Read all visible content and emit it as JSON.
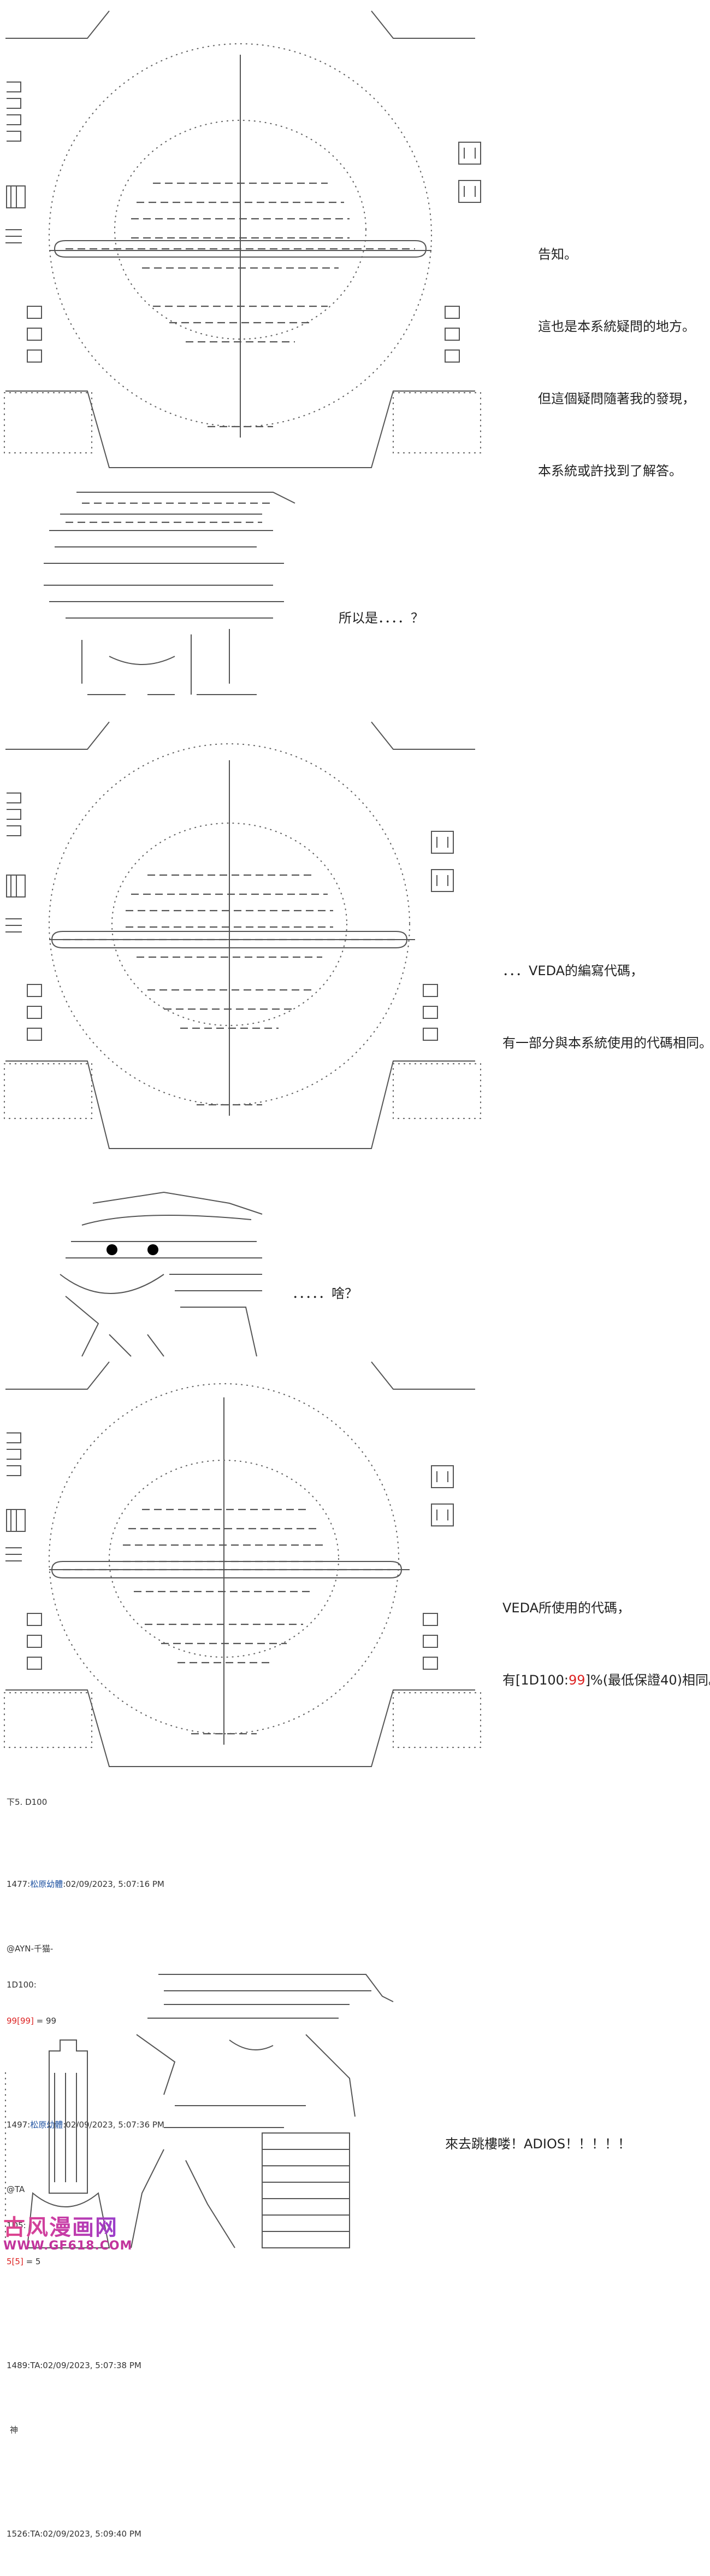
{
  "panels": [
    {
      "caption_lines": [
        "告知。",
        "這也是本系統疑問的地方。",
        "但這個疑問隨著我的發現，",
        "本系統或許找到了解答。"
      ]
    },
    {
      "caption_lines": [
        "所以是．．．．？"
      ]
    },
    {
      "caption_lines": [
        "．．．VEDA的編寫代碼，",
        "有一部分與本系統使用的代碼相同。"
      ]
    },
    {
      "caption_lines": [
        "．．．．．啥？"
      ]
    },
    {
      "caption_lines": [
        "VEDA所使用的代碼，"
      ],
      "roll_prefix": "有[1D100:",
      "roll_value": "99",
      "roll_suffix": "]%(最低保證40)相同。"
    },
    {
      "caption_lines": [
        "來去跳樓喽！ADIOS！！！！！"
      ]
    }
  ],
  "forum": {
    "header": "下5. D100",
    "posts": [
      {
        "number": "1477:",
        "user": "松原幼體",
        "time": ":02/09/2023, 5:07:16 PM",
        "lines": [
          "@AYN-千猫-",
          "1D100:"
        ],
        "roll": "99[99]",
        "result": " = 99"
      },
      {
        "number": "1497:",
        "user": "松原幼體",
        "time": ":02/09/2023, 5:07:36 PM",
        "lines": [
          "@TA",
          "1D5:"
        ],
        "roll": "5[5]",
        "result": " = 5"
      },
      {
        "number": "1489:",
        "user": "TA",
        "time": ":02/09/2023, 5:07:38 PM",
        "lines": [
          "神"
        ],
        "roll": "",
        "result": ""
      },
      {
        "number": "1526:",
        "user": "TA",
        "time": ":02/09/2023, 5:09:40 PM",
        "lines": [],
        "roll": "",
        "result": ""
      }
    ]
  },
  "watermark": {
    "title": "古风漫画网",
    "url": "WWW.GF618.COM"
  }
}
